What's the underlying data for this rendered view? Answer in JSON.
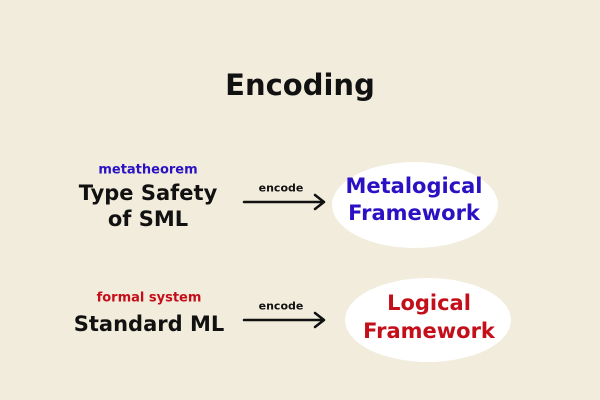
{
  "title": "Encoding",
  "rows": [
    {
      "tag": "metatheorem",
      "subject_line1": "Type Safety",
      "subject_line2": "of SML",
      "arrow_label": "encode",
      "target_line1": "Metalogical",
      "target_line2": "Framework"
    },
    {
      "tag": "formal system",
      "subject_line1": "Standard ML",
      "arrow_label": "encode",
      "target_line1": "Logical",
      "target_line2": "Framework"
    }
  ],
  "colors": {
    "background": "#f2ecdc",
    "blue": "#2a12c4",
    "red": "#c40f1a"
  }
}
